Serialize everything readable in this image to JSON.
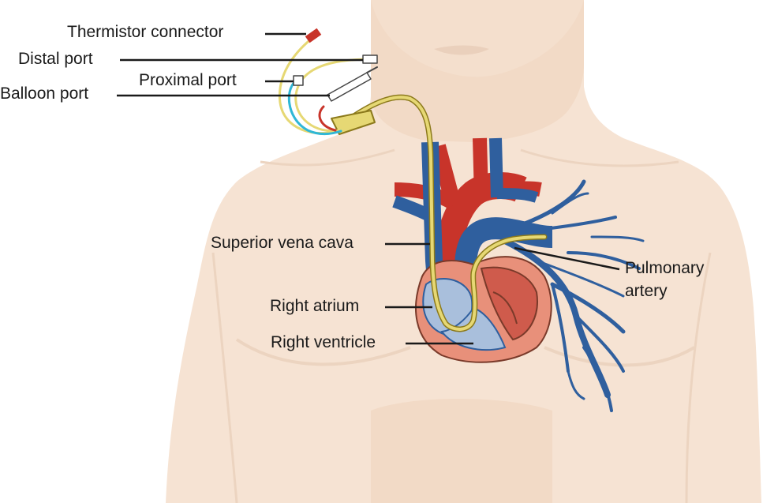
{
  "labels": {
    "thermistor_connector": "Thermistor connector",
    "distal_port": "Distal port",
    "proximal_port": "Proximal port",
    "balloon_port": "Balloon port",
    "superior_vena_cava": "Superior vena cava",
    "right_atrium": "Right atrium",
    "right_ventricle": "Right ventricle",
    "pulmonary_artery_line1": "Pulmonary",
    "pulmonary_artery_line2": "artery"
  },
  "colors": {
    "skin": "#f6e3d3",
    "skin_shade": "#edd2bd",
    "artery_red": "#c8342a",
    "vein_blue": "#2f5f9e",
    "atrium_fill": "#a9bfdc",
    "heart_muscle": "#e8907a",
    "catheter_yellow": "#e6d874",
    "leader_line": "#1a1a1a"
  }
}
